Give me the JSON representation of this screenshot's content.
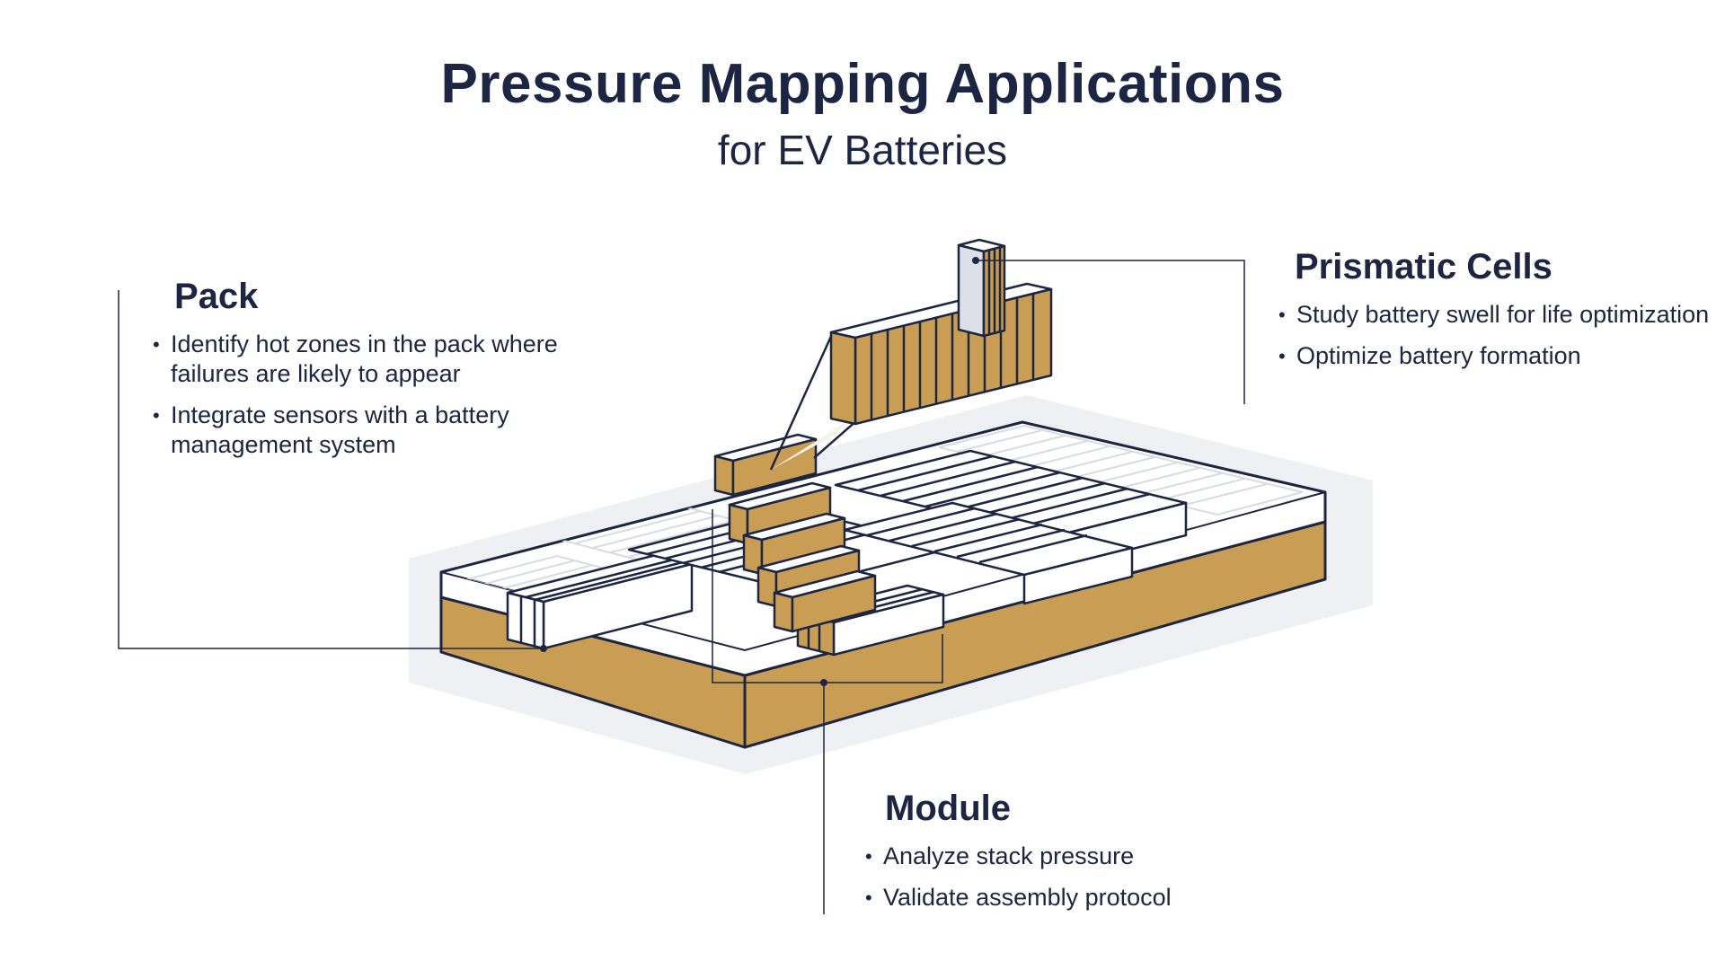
{
  "header": {
    "title": "Pressure Mapping Applications",
    "subtitle": "for EV Batteries"
  },
  "colors": {
    "navy": "#1c2541",
    "gold": "#c99e54",
    "shadow": "#eef0f3",
    "ghost": "#d8dbe0",
    "cell_face": "#dde0e8"
  },
  "callouts": {
    "pack": {
      "title": "Pack",
      "bullets": [
        "Identify hot zones in the pack where failures are likely to appear",
        "Integrate sensors with a battery management system"
      ]
    },
    "prismatic": {
      "title": "Prismatic Cells",
      "bullets": [
        "Study battery swell for life optimization",
        "Optimize battery formation"
      ]
    },
    "module": {
      "title": "Module",
      "bullets": [
        "Analyze stack pressure",
        "Validate assembly protocol"
      ]
    }
  }
}
